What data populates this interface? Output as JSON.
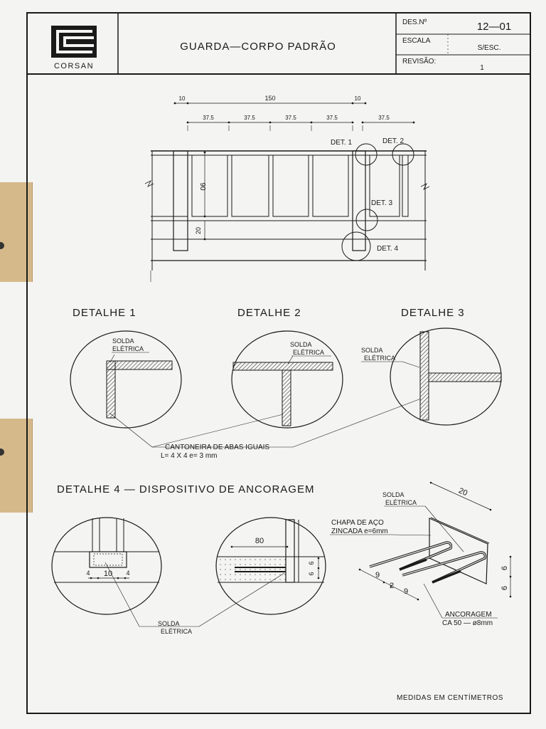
{
  "title_block": {
    "logo_text": "CORSAN",
    "title": "GUARDA—CORPO PADRÃO",
    "des_label": "DES.Nº",
    "des_value": "12—01",
    "scale_label": "ESCALA",
    "scale_value": "S/ESC.",
    "rev_label": "REVISÃO:",
    "rev_value": "1"
  },
  "elevation": {
    "dim_top": [
      "10",
      "150",
      "10"
    ],
    "dim_spans": [
      "37.5",
      "37.5",
      "37.5",
      "37.5",
      "37.5"
    ],
    "height_upper": "90",
    "height_lower": "20",
    "callouts": [
      "DET. 1",
      "DET. 2",
      "DET. 3",
      "DET. 4"
    ]
  },
  "details": {
    "d1_title": "DETALHE 1",
    "d2_title": "DETALHE 2",
    "d3_title": "DETALHE 3",
    "weld_line1": "SOLDA",
    "weld_line2": "ELÉTRICA",
    "angle_note_1": "CANTONEIRA DE ABAS IGUAIS",
    "angle_note_2": "L= 4 X 4     e= 3 mm"
  },
  "detail4": {
    "title": "DETALHE 4 — DISPOSITIVO DE ANCORAGEM",
    "dims_a": [
      "4",
      "10",
      "4"
    ],
    "dim_b": "80",
    "dims_b_side": [
      "6",
      "6"
    ],
    "weld_line1": "SOLDA",
    "weld_line2": "ELÉTRICA",
    "plate_line1": "CHAPA DE AÇO",
    "plate_line2": "ZINCADA  e=6mm",
    "dim_plate": "20",
    "dims_bars": [
      "9",
      "2",
      "9"
    ],
    "dims_side": [
      "6",
      "6"
    ],
    "anchor_line1": "ANCORAGEM",
    "anchor_line2": "CA 50  —  ø8mm"
  },
  "footer_note": "MEDIDAS EM CENTÍMETROS"
}
